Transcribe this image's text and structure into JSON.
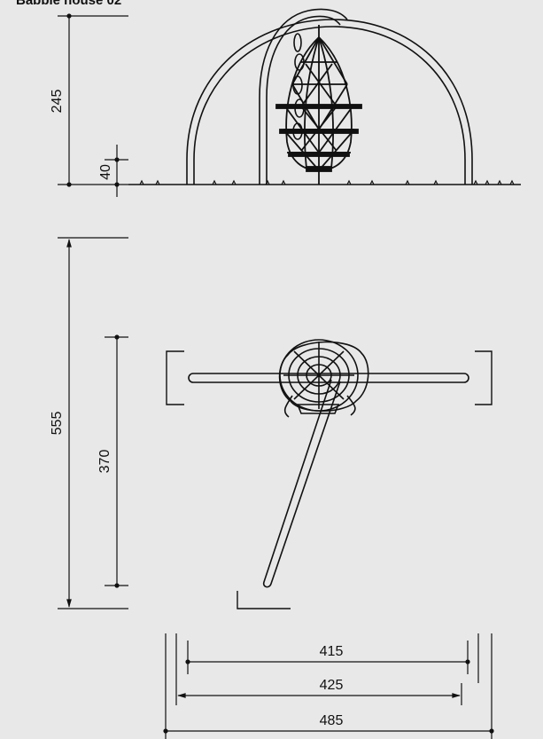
{
  "title": "Babble house 02",
  "dimensions": {
    "height_total": "245",
    "ground_clearance": "40",
    "depth_outer": "555",
    "depth_inner": "370",
    "width_inner": "415",
    "width_mid": "425",
    "width_outer": "485"
  },
  "colors": {
    "background": "#e8e8e8",
    "line": "#111111"
  }
}
